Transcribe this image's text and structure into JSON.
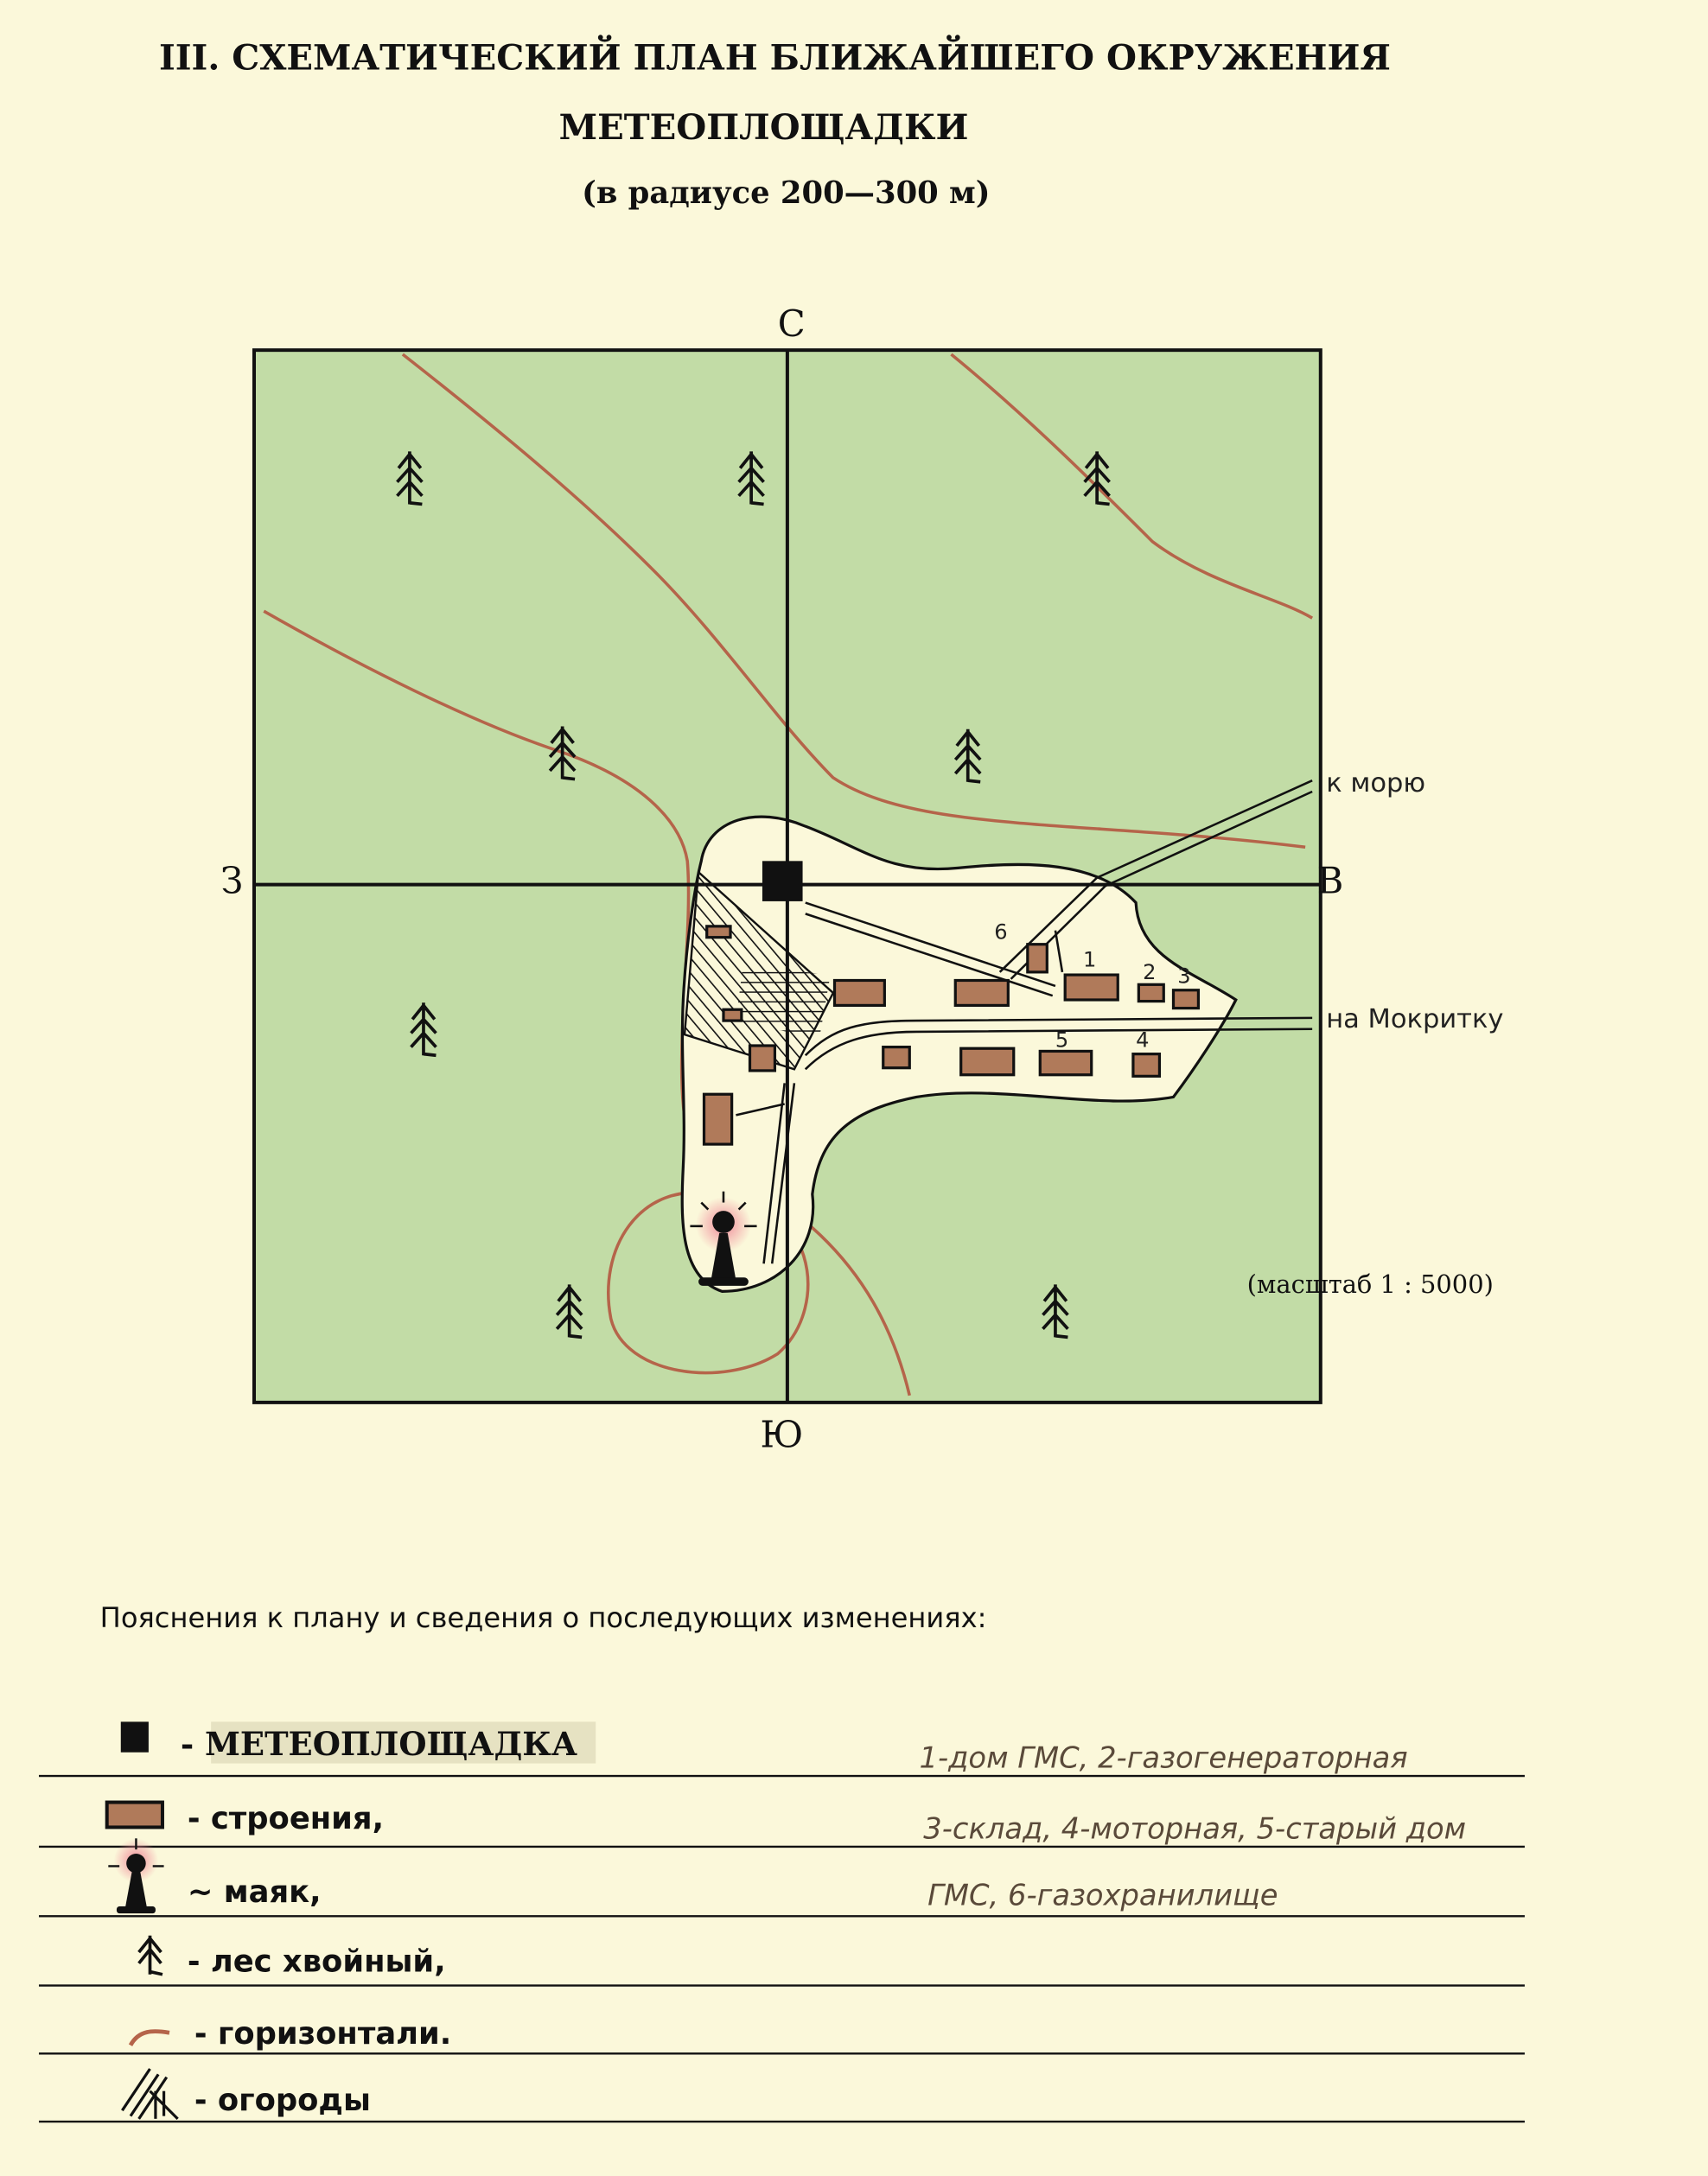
{
  "title": {
    "line1": "III. СХЕМАТИЧЕСКИЙ ПЛАН БЛИЖАЙШЕГО ОКРУЖЕНИЯ",
    "line2": "МЕТЕОПЛОЩАДКИ",
    "line3": "(в радиусе 200—300 м)"
  },
  "map": {
    "north": "С",
    "south": "Ю",
    "west": "З",
    "east": "В",
    "road_sea": "к морю",
    "road_mokritka": "на Мокритку",
    "scale": "(масштаб 1 : 5000)",
    "building_numbers": [
      "6",
      "1",
      "2",
      "3",
      "5",
      "4"
    ],
    "colors": {
      "forest": "#b9d9a2",
      "contour": "#b5644a",
      "building": "#b07a5a",
      "ink": "#111111"
    }
  },
  "legend": {
    "heading": "Пояснения к плану и сведения о последующих изменениях:",
    "items": [
      {
        "icon": "meteo-site-icon",
        "label": "- МЕТЕОПЛОЩАДКА"
      },
      {
        "icon": "building-icon",
        "label": "- строения,"
      },
      {
        "icon": "lighthouse-icon",
        "label": "~ маяк,"
      },
      {
        "icon": "conifer-icon",
        "label": "- лес хвойный,"
      },
      {
        "icon": "contour-icon",
        "label": "- горизонтали."
      },
      {
        "icon": "garden-hatch-icon",
        "label": "- огороды"
      }
    ],
    "notes": [
      "1-дом ГМС, 2-газогенераторная",
      "3-склад, 4-моторная, 5-старый дом",
      "ГМС, 6-газохранилище"
    ]
  }
}
